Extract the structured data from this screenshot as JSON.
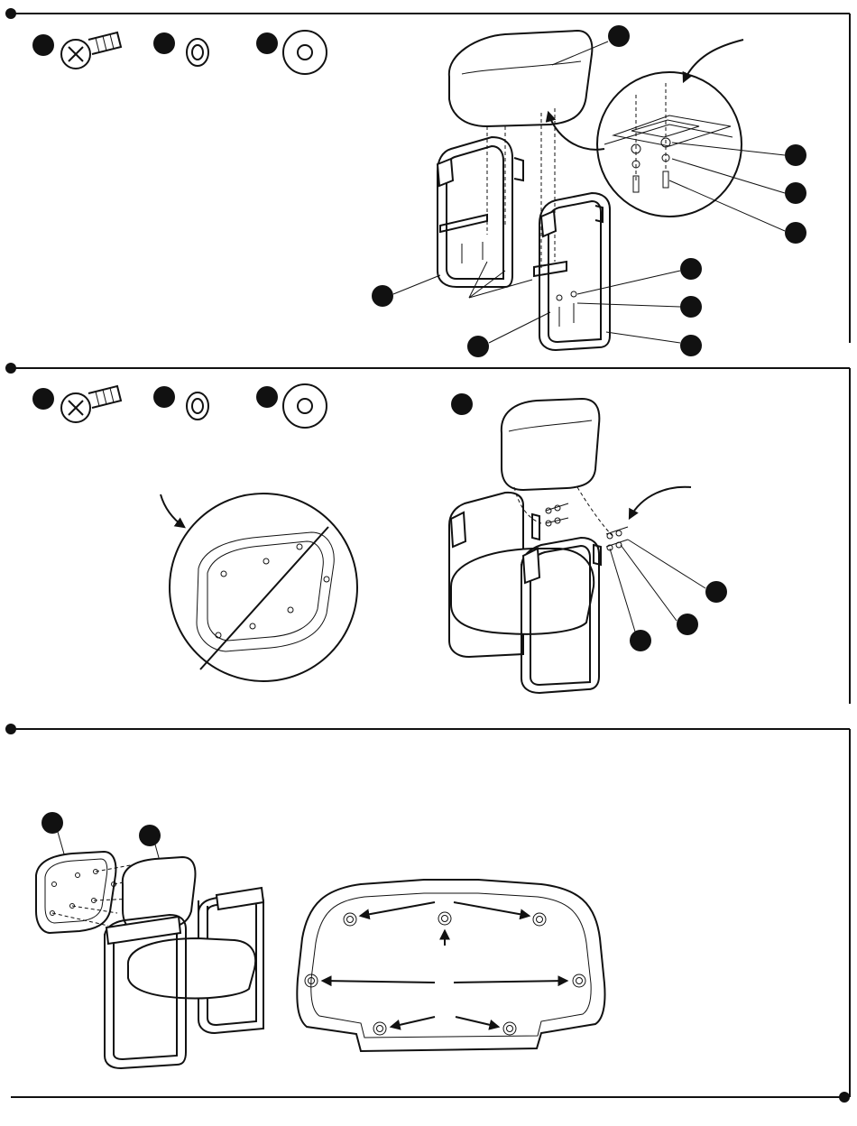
{
  "document": {
    "type": "assembly-instructions",
    "steps": [
      {
        "parts": [
          {
            "icon": "screw-icon"
          },
          {
            "icon": "lock-washer-icon"
          },
          {
            "icon": "flat-washer-icon"
          }
        ],
        "illustration": [
          "seat-cushion",
          "left-arm-frame",
          "right-arm-frame",
          "hardware-detail-magnifier"
        ]
      },
      {
        "parts": [
          {
            "icon": "screw-icon"
          },
          {
            "icon": "lock-washer-icon"
          },
          {
            "icon": "flat-washer-icon"
          }
        ],
        "illustration": [
          "prohibited-back-panel-magnifier",
          "chair-with-backrest"
        ]
      },
      {
        "parts": [],
        "illustration": [
          "back-cover-panel",
          "assembled-chair",
          "back-panel-peg-layout"
        ]
      }
    ],
    "colors": {
      "ink": "#111111",
      "paper": "#ffffff"
    }
  }
}
